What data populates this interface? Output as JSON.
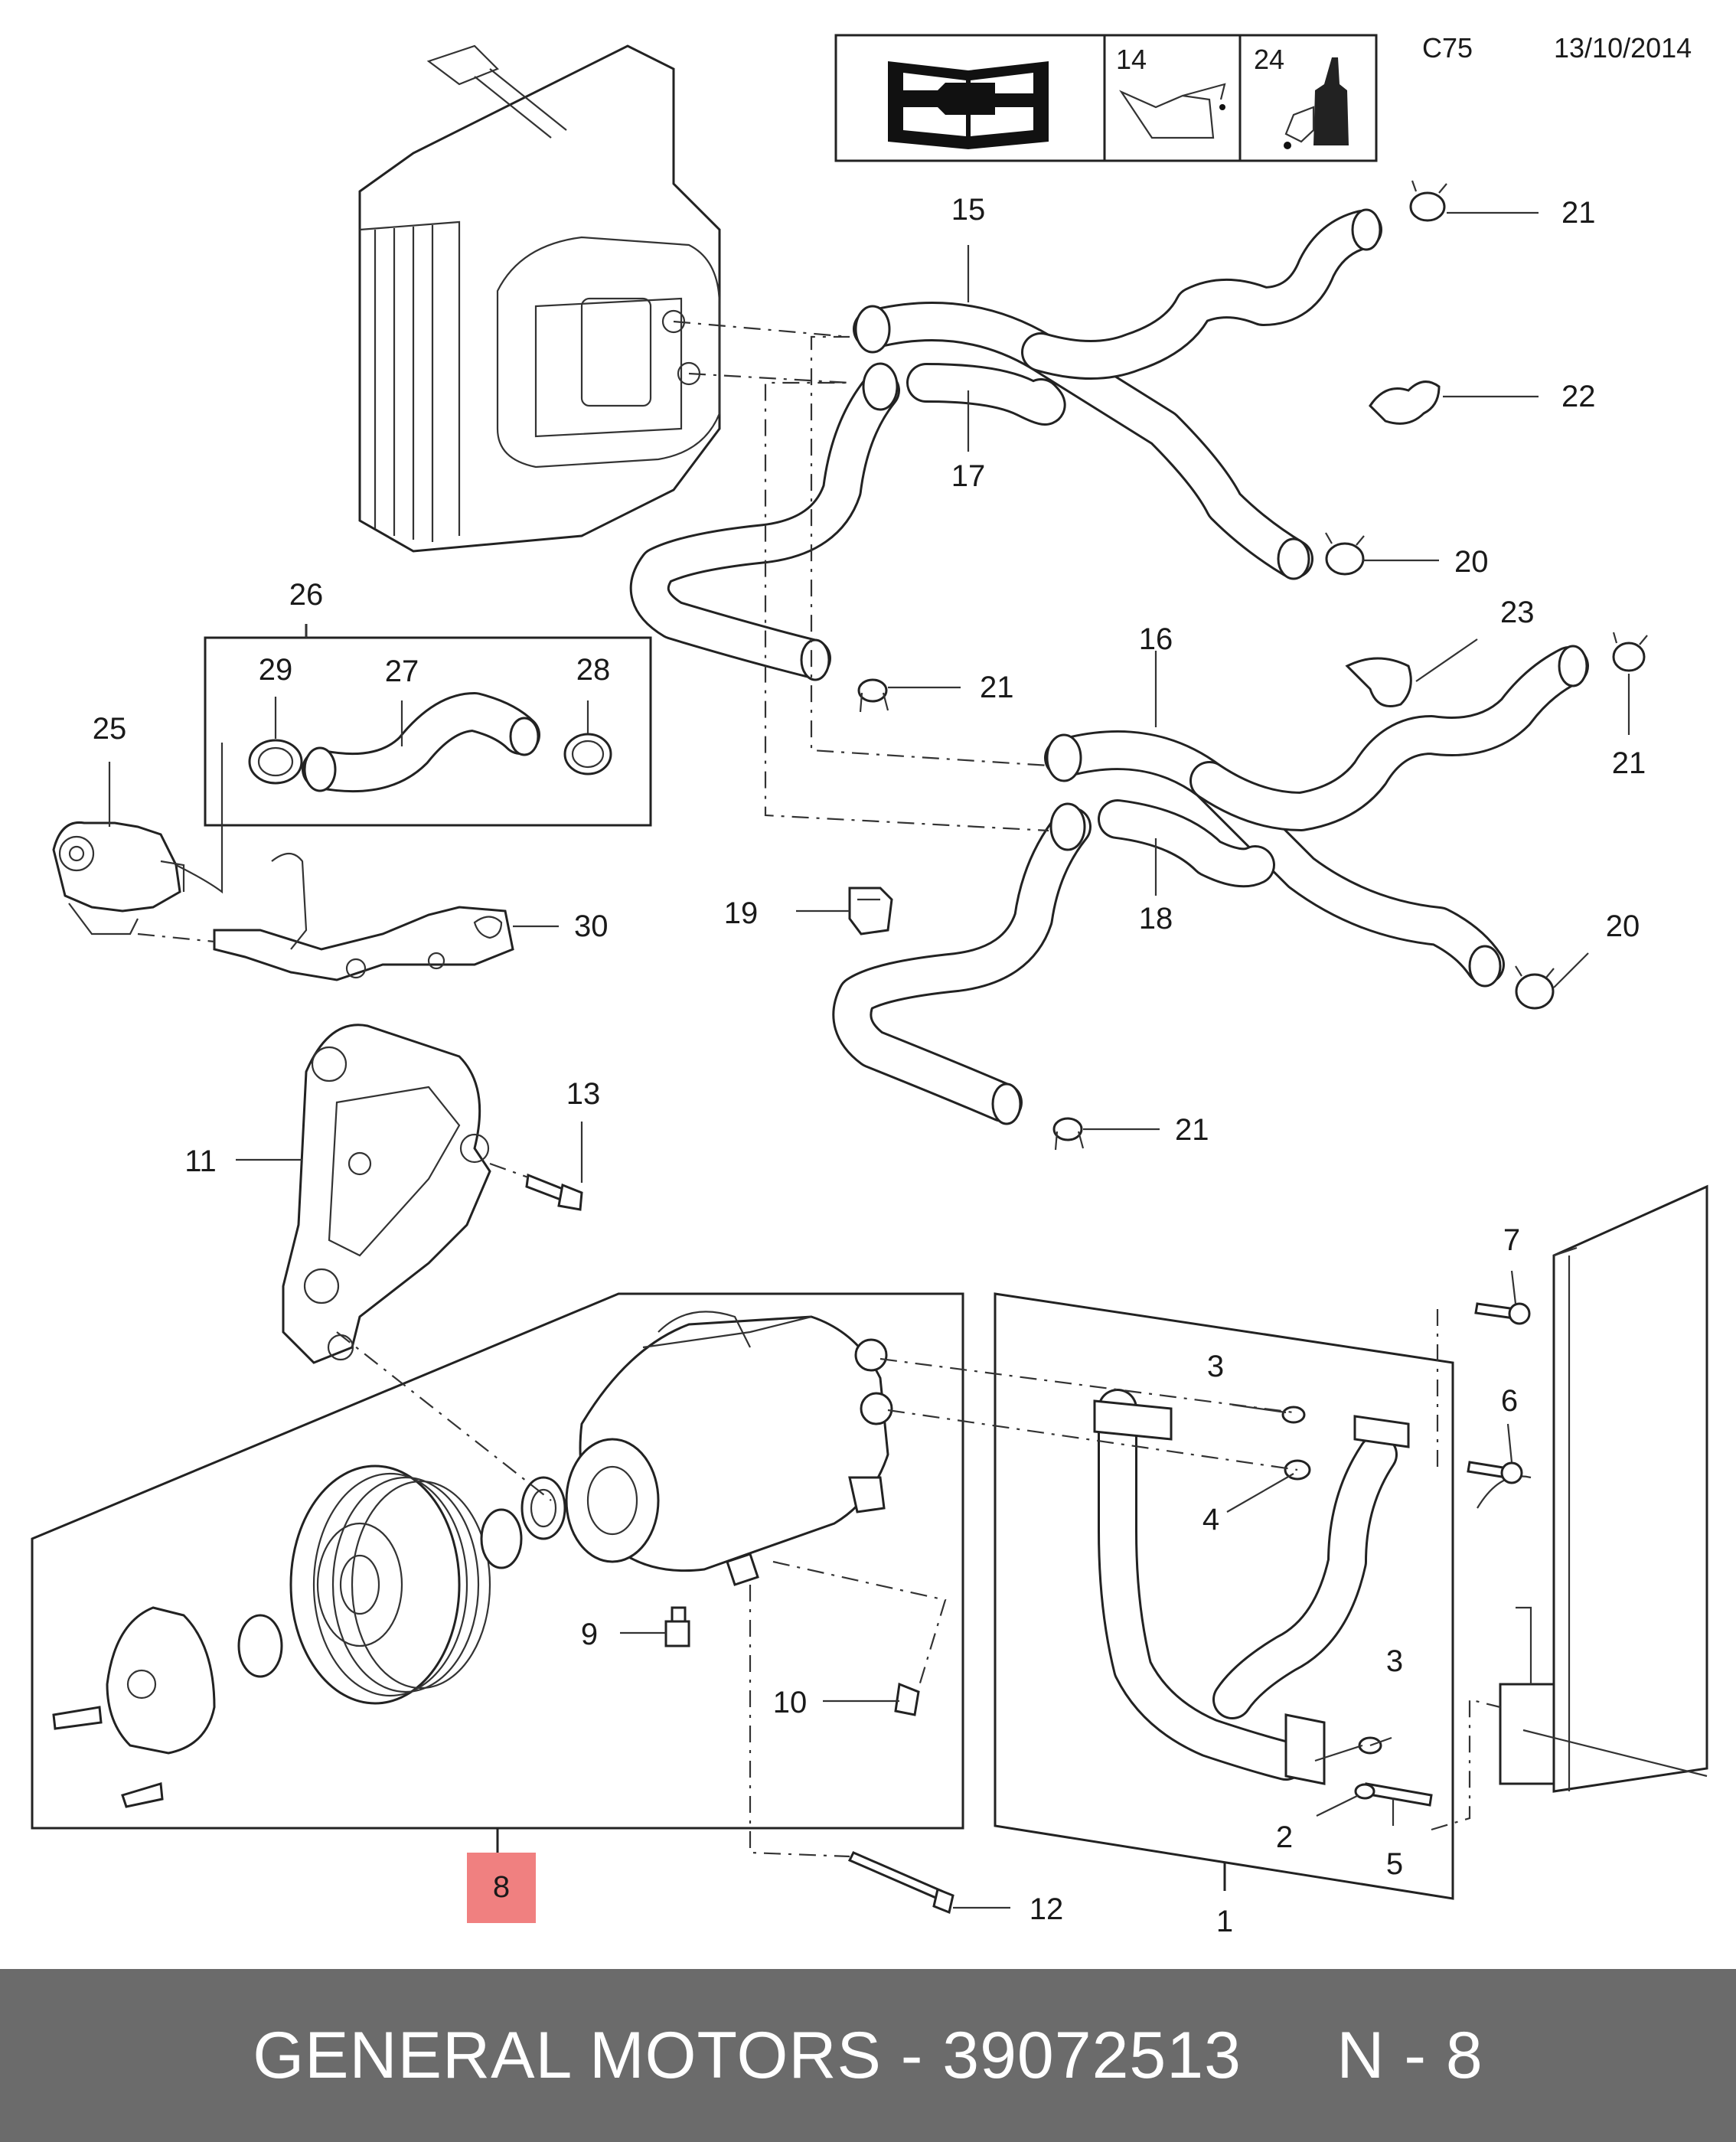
{
  "header": {
    "code": "C75",
    "date": "13/10/2014",
    "symbols": [
      {
        "icon": "workshop-manual-icon",
        "label": ""
      },
      {
        "icon": "oil-can-icon",
        "label": "14"
      },
      {
        "icon": "adhesive-bottle-icon",
        "label": "24"
      }
    ]
  },
  "callouts": [
    {
      "id": "c1",
      "label": "1"
    },
    {
      "id": "c2",
      "label": "2"
    },
    {
      "id": "c3a",
      "label": "3"
    },
    {
      "id": "c3b",
      "label": "3"
    },
    {
      "id": "c4",
      "label": "4"
    },
    {
      "id": "c5",
      "label": "5"
    },
    {
      "id": "c6",
      "label": "6"
    },
    {
      "id": "c7",
      "label": "7"
    },
    {
      "id": "c8",
      "label": "8"
    },
    {
      "id": "c9",
      "label": "9"
    },
    {
      "id": "c10",
      "label": "10"
    },
    {
      "id": "c11",
      "label": "11"
    },
    {
      "id": "c12",
      "label": "12"
    },
    {
      "id": "c13",
      "label": "13"
    },
    {
      "id": "c15",
      "label": "15"
    },
    {
      "id": "c16",
      "label": "16"
    },
    {
      "id": "c17",
      "label": "17"
    },
    {
      "id": "c18",
      "label": "18"
    },
    {
      "id": "c19",
      "label": "19"
    },
    {
      "id": "c20a",
      "label": "20"
    },
    {
      "id": "c20b",
      "label": "20"
    },
    {
      "id": "c21a",
      "label": "21"
    },
    {
      "id": "c21b",
      "label": "21"
    },
    {
      "id": "c21c",
      "label": "21"
    },
    {
      "id": "c21d",
      "label": "21"
    },
    {
      "id": "c22",
      "label": "22"
    },
    {
      "id": "c23",
      "label": "23"
    },
    {
      "id": "c25",
      "label": "25"
    },
    {
      "id": "c26",
      "label": "26"
    },
    {
      "id": "c27",
      "label": "27"
    },
    {
      "id": "c28",
      "label": "28"
    },
    {
      "id": "c29",
      "label": "29"
    },
    {
      "id": "c30",
      "label": "30"
    }
  ],
  "highlight": {
    "callout": "8",
    "color": "#f08080"
  },
  "footer": {
    "text": "GENERAL MOTORS - 39072513     N - 8"
  }
}
